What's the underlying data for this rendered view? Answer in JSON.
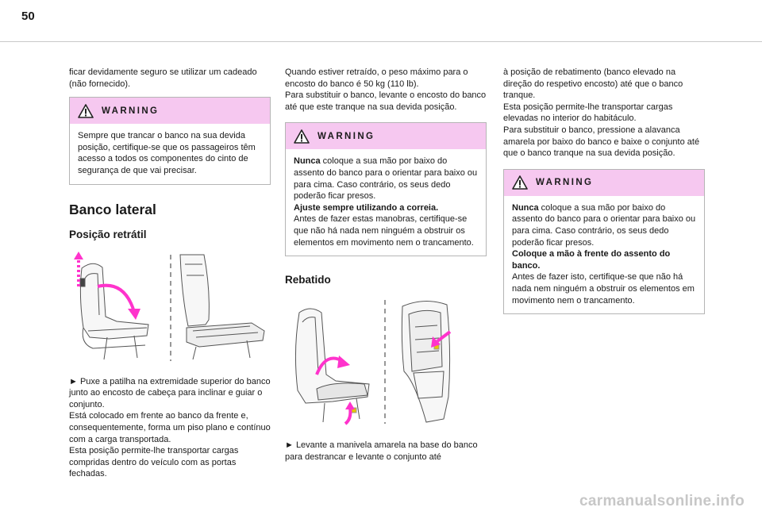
{
  "page": {
    "number": "50"
  },
  "col1": {
    "intro": "ficar devidamente seguro se utilizar um cadeado (não fornecido).",
    "warning": {
      "title": "WARNING",
      "text": "Sempre que trancar o banco na sua devida posição, certifique-se que os passageiros têm acesso a todos os componentes do cinto de segurança de que vai precisar."
    },
    "section_title": "Banco lateral",
    "subsection_title": "Posição retrátil",
    "body": [
      "► Puxe a patilha na extremidade superior do banco junto ao encosto de cabeça para inclinar e guiar o conjunto.",
      "Está colocado em frente ao banco da frente e, consequentemente, forma um piso plano e contínuo com a carga transportada.",
      "Esta posição permite-lhe transportar cargas compridas dentro do veículo com as portas fechadas."
    ]
  },
  "col2": {
    "intro": [
      "Quando estiver retraído, o peso máximo para o encosto do banco é 50 kg (110 lb).",
      "Para substituir o banco, levante o encosto do banco até que este tranque na sua devida posição."
    ],
    "warning": {
      "title": "WARNING",
      "p1_bold": "Nunca",
      "p1_rest": " coloque a sua mão por baixo do assento do banco para o orientar para baixo ou para cima. Caso contrário, os seus dedo poderão ficar presos.",
      "p2_bold": "Ajuste sempre utilizando a correia.",
      "p3": "Antes de fazer estas manobras, certifique-se que não há nada nem ninguém a obstruir os elementos em movimento nem o trancamento."
    },
    "subsection_title": "Rebatido",
    "body": "► Levante a manivela amarela na base do banco para destrancar e levante o conjunto até"
  },
  "col3": {
    "intro": [
      "à posição de rebatimento (banco elevado na direção do respetivo encosto) até que o banco tranque.",
      "Esta posição permite-lhe transportar cargas elevadas no interior do habitáculo.",
      "Para substituir o banco, pressione a alavanca amarela por baixo do banco e baixe o conjunto até que o banco tranque na sua devida posição."
    ],
    "warning": {
      "title": "WARNING",
      "p1_bold": "Nunca",
      "p1_rest": " coloque a sua mão por baixo do assento do banco para o orientar para baixo ou para cima. Caso contrário, os seus dedo poderão ficar presos.",
      "p2_bold": "Coloque a mão à frente do assento do banco.",
      "p3": "Antes de fazer isto, certifique-se que não há nada nem ninguém a obstruir os elementos em movimento nem o trancamento."
    }
  },
  "colors": {
    "warning_header": "#f6c8f0",
    "arrow": "#ff33cc",
    "lever": "#e8c400"
  },
  "watermark": "carmanualsonline.info"
}
